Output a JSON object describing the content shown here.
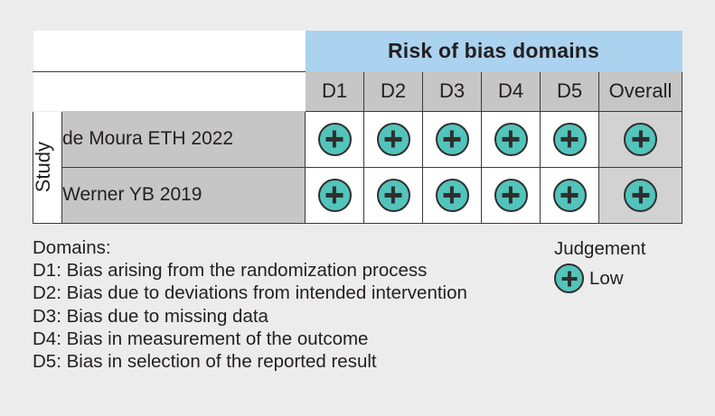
{
  "table": {
    "banner_label": "Risk of bias domains",
    "row_group_label": "Study",
    "columns": [
      "D1",
      "D2",
      "D3",
      "D4",
      "D5",
      "Overall"
    ],
    "rows": [
      {
        "study": "de Moura ETH 2022",
        "judgements": [
          "low",
          "low",
          "low",
          "low",
          "low",
          "low"
        ]
      },
      {
        "study": "Werner YB 2019",
        "judgements": [
          "low",
          "low",
          "low",
          "low",
          "low",
          "low"
        ]
      }
    ]
  },
  "domain_legend": {
    "heading": "Domains:",
    "items": [
      "D1: Bias arising from the randomization process",
      "D2: Bias due to deviations from intended intervention",
      "D3: Bias due to missing data",
      "D4: Bias in measurement of the outcome",
      "D5: Bias in selection of the reported result"
    ]
  },
  "judgement_legend": {
    "title": "Judgement",
    "entries": [
      {
        "symbol": "plus-icon",
        "label": "Low"
      }
    ]
  },
  "colors": {
    "background": "#ececec",
    "banner": "#abd2ef",
    "header_cell": "#c6c6c6",
    "study_cell": "#c6c6c6",
    "overall_cell": "#d2d2d2",
    "judgement_low": "#53c4bb",
    "border": "#3a3a3a",
    "text": "#231f20"
  }
}
